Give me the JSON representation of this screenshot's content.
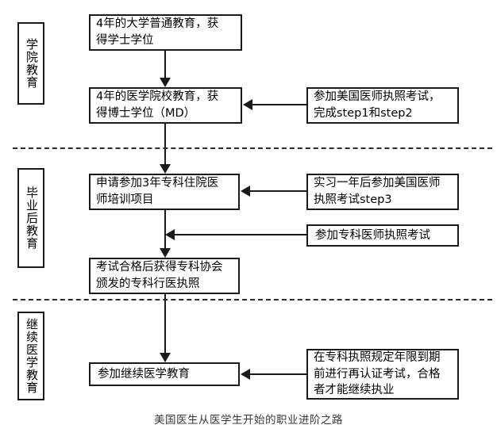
{
  "figure": {
    "caption": "美国医生从医学生开始的职业进阶之路",
    "accent_color": "#1a1a1a",
    "background_color": "#ffffff"
  },
  "stages": [
    {
      "label": "学院教育"
    },
    {
      "label": "毕业后教育"
    },
    {
      "label": "继续医学教育"
    }
  ],
  "nodes": {
    "undergrad": {
      "line1": "4年的大学普通教育，获",
      "line2": "得学士学位"
    },
    "medschool": {
      "line1": "4年的医学院校教育，获",
      "line2": "得博士学位（MD）"
    },
    "residency": {
      "line1": "申请参加3年专科住院医",
      "line2": "师培训项目"
    },
    "boardlicense": {
      "line1": "考试合格后获得专科协会",
      "line2": "颁发的专科行医执照"
    },
    "cme": {
      "line1": "参加继续医学教育"
    }
  },
  "side_notes": {
    "usmle12": {
      "line1": "参加美国医师执照考试，",
      "line2": "完成step1和step2"
    },
    "usmle3": {
      "line1": "实习一年后参加美国医师",
      "line2": "执照考试step3"
    },
    "boardexam": {
      "line1": "参加专科医师执照考试"
    },
    "recert": {
      "line1": "在专科执照规定年限到期",
      "line2": "前进行再认证考试，合格",
      "line3": "者才能继续执业"
    }
  }
}
